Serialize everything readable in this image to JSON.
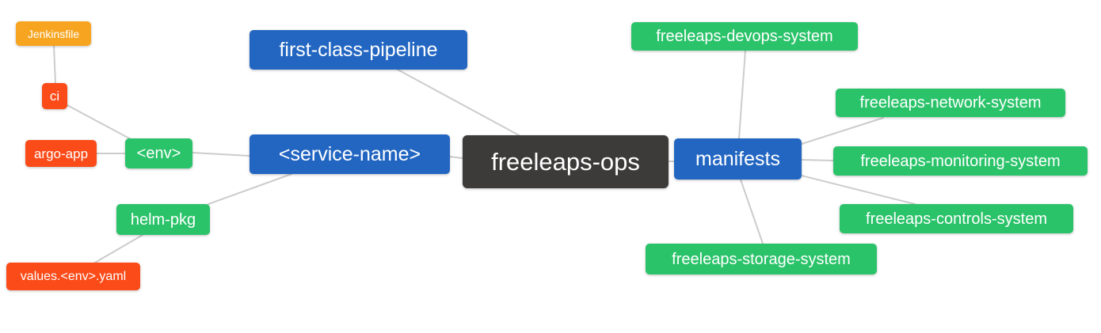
{
  "diagram": {
    "type": "mindmap",
    "root": "freeleaps-ops",
    "palette": {
      "root_bg": "#3d3a3a",
      "branch_blue": "#2266c2",
      "leaf_green": "#2bc36a",
      "leaf_red_orange": "#fb4b19",
      "leaf_orange": "#f7a521",
      "edge": "#cccccc",
      "node_text": "#ffffff",
      "background": "#ffffff"
    },
    "nodes": {
      "freeleaps_ops": {
        "label": "freeleaps-ops",
        "color": "#3d3a3a"
      },
      "first_class_pipeline": {
        "label": "first-class-pipeline",
        "color": "#2266c2"
      },
      "service_name": {
        "label": "<service-name>",
        "color": "#2266c2"
      },
      "manifests": {
        "label": "manifests",
        "color": "#2266c2"
      },
      "env": {
        "label": "<env>",
        "color": "#2bc36a"
      },
      "helm_pkg": {
        "label": "helm-pkg",
        "color": "#2bc36a"
      },
      "ci": {
        "label": "ci",
        "color": "#fb4b19"
      },
      "argo_app": {
        "label": "argo-app",
        "color": "#fb4b19"
      },
      "jenkinsfile": {
        "label": "Jenkinsfile",
        "color": "#f7a521"
      },
      "values_env_yaml": {
        "label": "values.<env>.yaml",
        "color": "#fb4b19"
      },
      "devops_system": {
        "label": "freeleaps-devops-system",
        "color": "#2bc36a"
      },
      "network_system": {
        "label": "freeleaps-network-system",
        "color": "#2bc36a"
      },
      "monitoring_system": {
        "label": "freeleaps-monitoring-system",
        "color": "#2bc36a"
      },
      "controls_system": {
        "label": "freeleaps-controls-system",
        "color": "#2bc36a"
      },
      "storage_system": {
        "label": "freeleaps-storage-system",
        "color": "#2bc36a"
      }
    },
    "edges": [
      {
        "from": "jenkinsfile",
        "to": "ci"
      },
      {
        "from": "ci",
        "to": "env"
      },
      {
        "from": "argo_app",
        "to": "env"
      },
      {
        "from": "env",
        "to": "service_name"
      },
      {
        "from": "helm_pkg",
        "to": "service_name"
      },
      {
        "from": "values_env_yaml",
        "to": "helm_pkg"
      },
      {
        "from": "first_class_pipeline",
        "to": "freeleaps_ops"
      },
      {
        "from": "service_name",
        "to": "freeleaps_ops"
      },
      {
        "from": "freeleaps_ops",
        "to": "manifests"
      },
      {
        "from": "manifests",
        "to": "devops_system"
      },
      {
        "from": "manifests",
        "to": "network_system"
      },
      {
        "from": "manifests",
        "to": "monitoring_system"
      },
      {
        "from": "manifests",
        "to": "controls_system"
      },
      {
        "from": "manifests",
        "to": "storage_system"
      }
    ]
  }
}
